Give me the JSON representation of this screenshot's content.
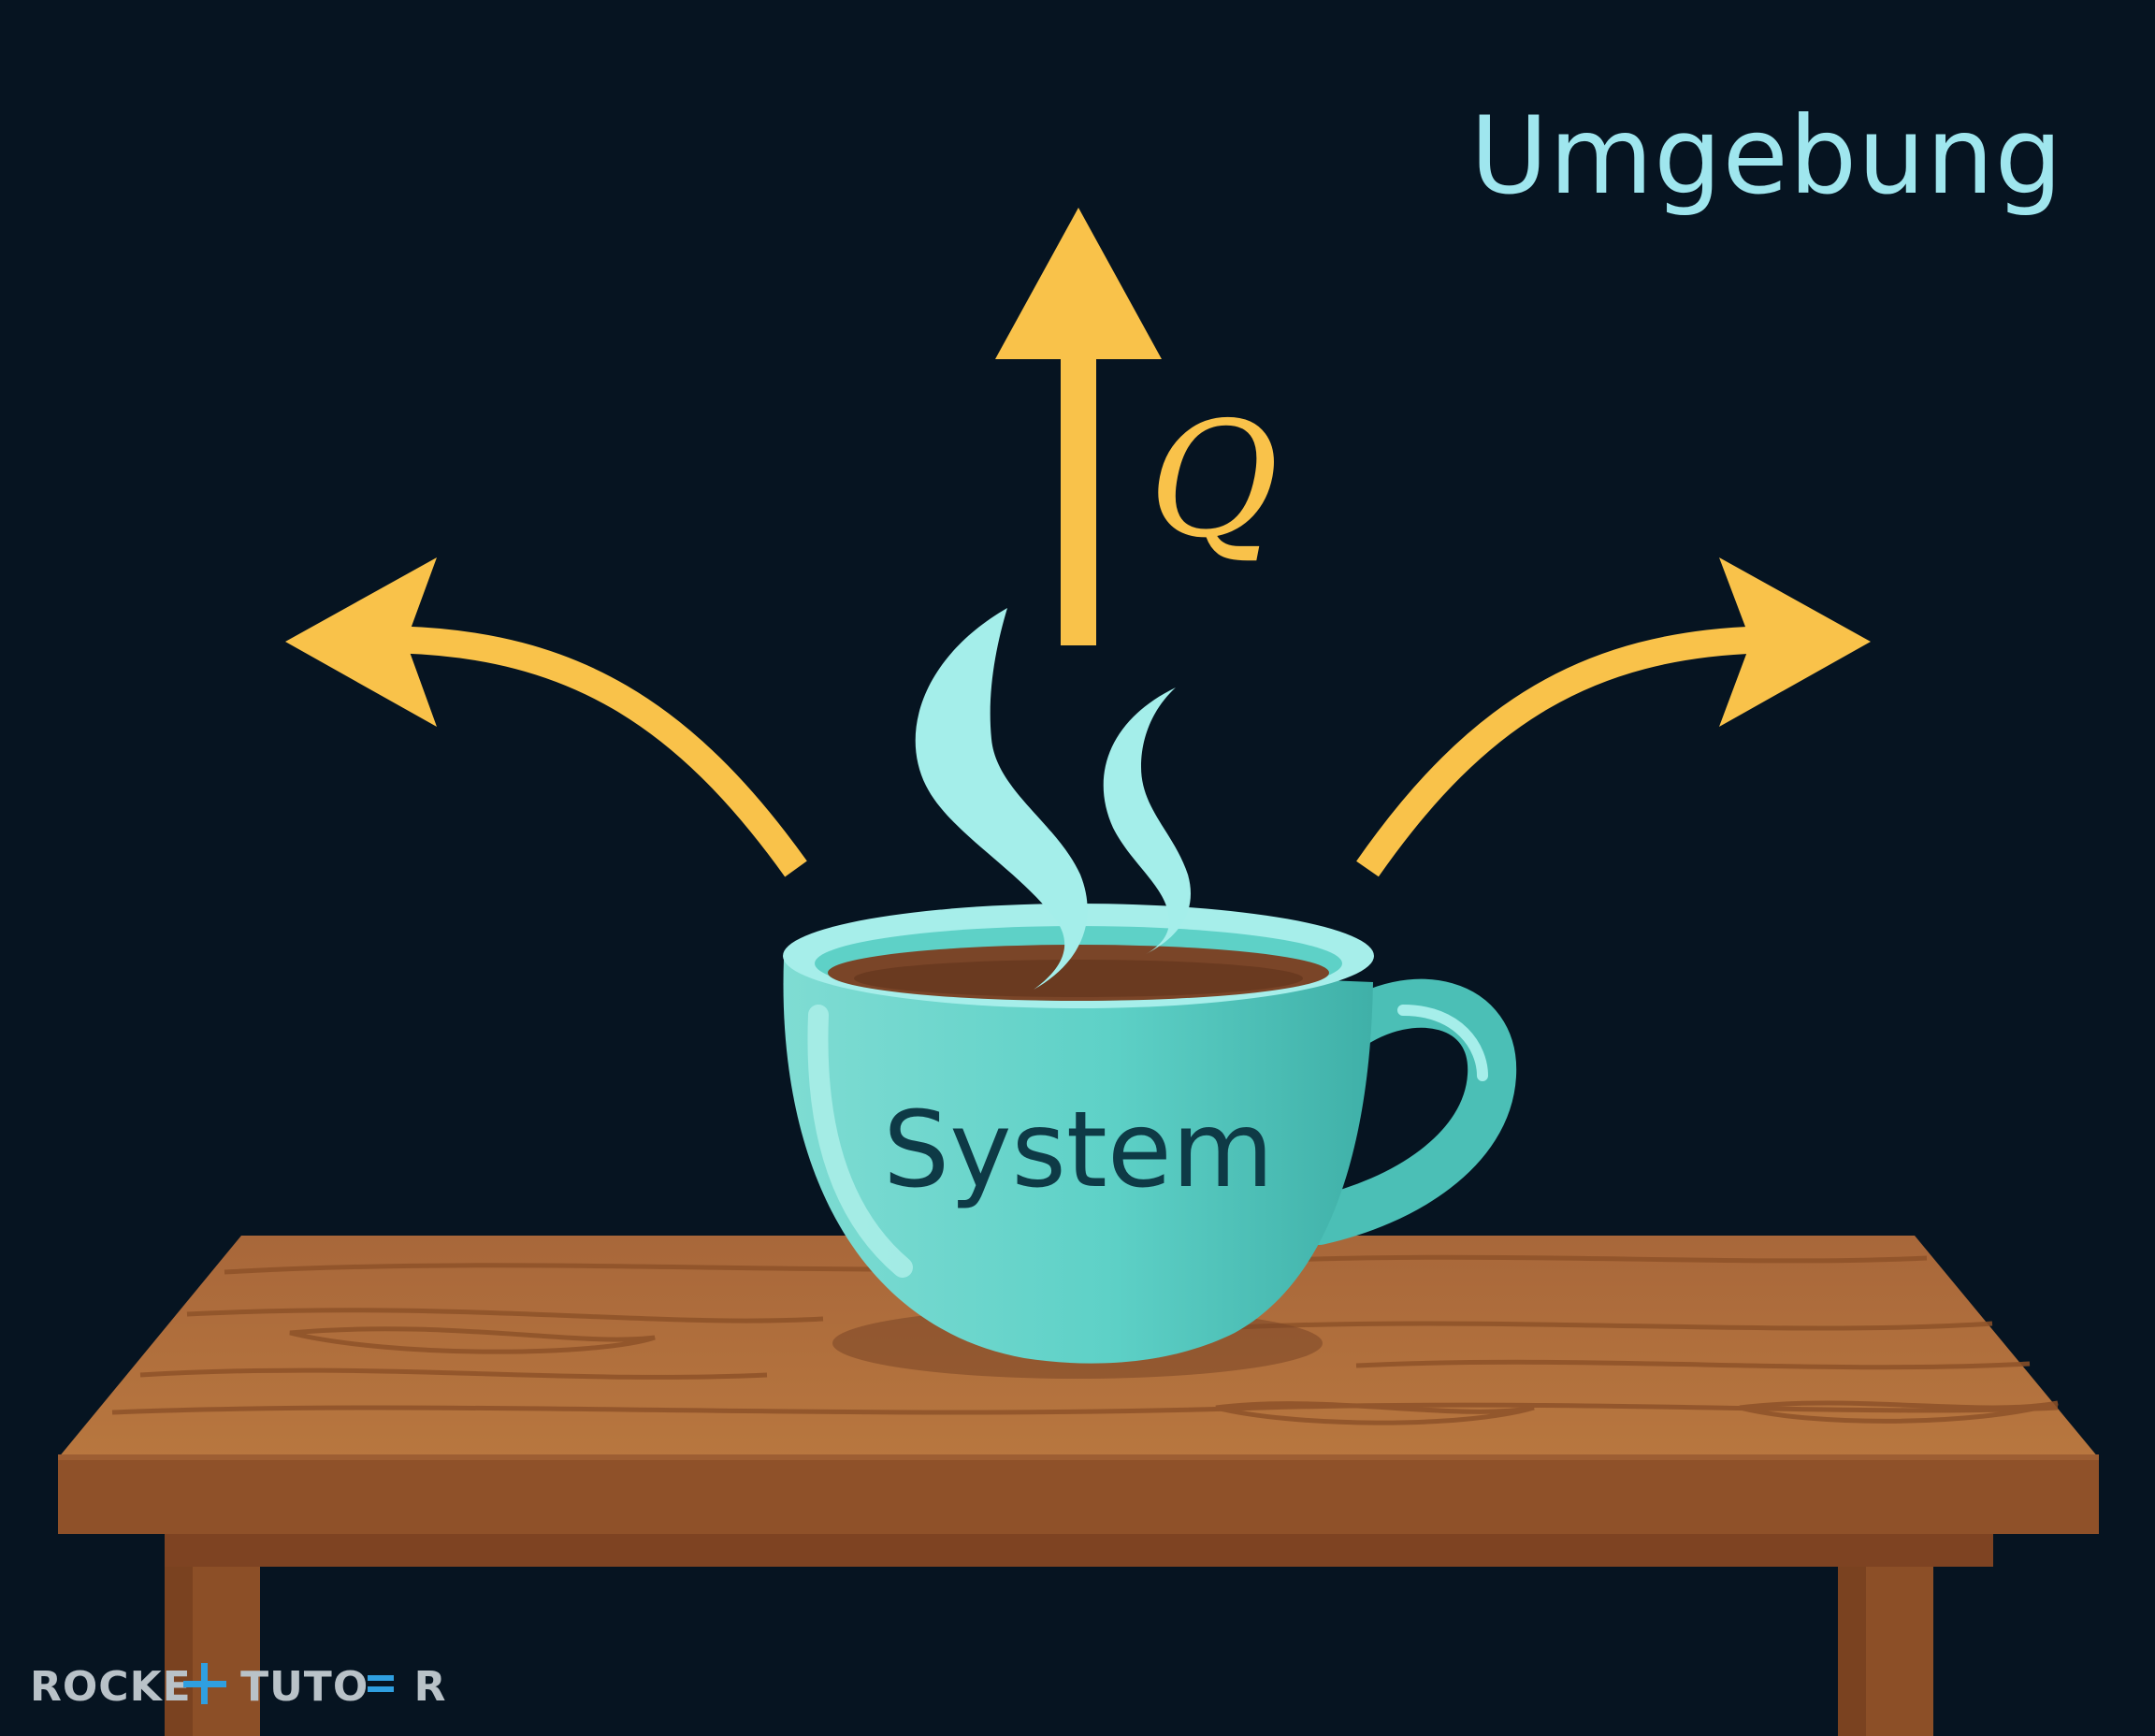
{
  "labels": {
    "environment": "Umgebung",
    "system": "System",
    "heat": "Q"
  },
  "brand": {
    "part1": "ROCKE",
    "part2": "TUTO",
    "part3": "R"
  },
  "icons": {
    "cup": "coffee-cup-icon",
    "steam": "steam-icon",
    "arrow": "arrow-icon",
    "table": "table-icon"
  },
  "colors": {
    "background": "#061421",
    "arrow": "#F9C24A",
    "environment_text": "#9FE6EE",
    "system_text": "#0E3A46",
    "cup": "#5ED1C7",
    "cup_rim": "#A6EEEA",
    "coffee": "#7A4528",
    "steam": "#A4EEEA",
    "table_top": "#AE6C3A",
    "table_front": "#8F5129",
    "brand_gray": "#B9C2C8",
    "brand_blue": "#2F9FE0"
  }
}
